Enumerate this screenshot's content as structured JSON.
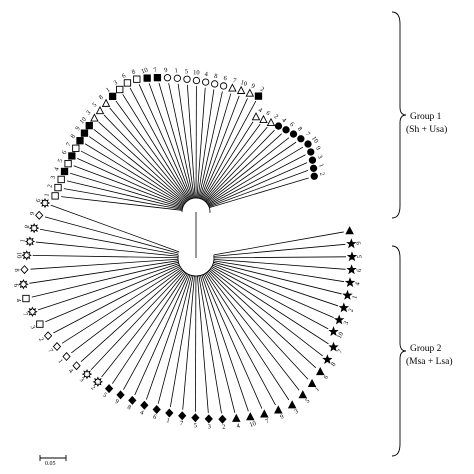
{
  "groups": [
    {
      "id": "g1",
      "label": "Group 1",
      "sublabel": "(Sh + Usa)"
    },
    {
      "id": "g2",
      "label": "Group 2",
      "sublabel": "(Msa + Lsa)"
    }
  ],
  "scale_bar": {
    "label": "0.05"
  },
  "tree": {
    "group1_leaves": [
      {
        "label": "1",
        "marker": "square-open"
      },
      {
        "label": "2",
        "marker": "square-open"
      },
      {
        "label": "3",
        "marker": "square-open"
      },
      {
        "label": "4",
        "marker": "square-filled"
      },
      {
        "label": "5",
        "marker": "square-open"
      },
      {
        "label": "6",
        "marker": "square-filled"
      },
      {
        "label": "7",
        "marker": "square-open"
      },
      {
        "label": "8",
        "marker": "square-filled"
      },
      {
        "label": "9",
        "marker": "square-filled"
      },
      {
        "label": "10",
        "marker": "square-filled"
      },
      {
        "label": "3",
        "marker": "triangle-open"
      },
      {
        "label": "5",
        "marker": "triangle-open"
      },
      {
        "label": "8",
        "marker": "triangle-open"
      },
      {
        "label": "1",
        "marker": "square-filled"
      },
      {
        "label": "3",
        "marker": "square-open"
      },
      {
        "label": "6",
        "marker": "square-open"
      },
      {
        "label": "8",
        "marker": "square-open"
      },
      {
        "label": "10",
        "marker": "square-filled"
      },
      {
        "label": "7",
        "marker": "square-filled"
      },
      {
        "label": "9",
        "marker": "circle-open"
      },
      {
        "label": "1",
        "marker": "circle-open"
      },
      {
        "label": "5",
        "marker": "circle-open"
      },
      {
        "label": "10",
        "marker": "circle-open"
      },
      {
        "label": "4",
        "marker": "circle-open"
      },
      {
        "label": "8",
        "marker": "circle-open"
      },
      {
        "label": "6",
        "marker": "circle-open"
      },
      {
        "label": "7",
        "marker": "triangle-open"
      },
      {
        "label": "10",
        "marker": "triangle-open"
      },
      {
        "label": "9",
        "marker": "triangle-open"
      },
      {
        "label": "2",
        "marker": "square-filled"
      },
      {
        "label": "4",
        "marker": "triangle-open"
      },
      {
        "label": "6",
        "marker": "triangle-open"
      },
      {
        "label": "2",
        "marker": "triangle-open"
      },
      {
        "label": "4",
        "marker": "circle-filled"
      },
      {
        "label": "6",
        "marker": "circle-filled"
      },
      {
        "label": "8",
        "marker": "circle-filled"
      },
      {
        "label": "7",
        "marker": "circle-filled"
      },
      {
        "label": "10",
        "marker": "circle-filled"
      },
      {
        "label": "9",
        "marker": "circle-filled"
      },
      {
        "label": "3",
        "marker": "circle-filled"
      },
      {
        "label": "1",
        "marker": "circle-filled"
      },
      {
        "label": "2",
        "marker": "circle-filled"
      }
    ],
    "group2_leaves": [
      {
        "label": "",
        "marker": "triangle-filled"
      },
      {
        "label": "9",
        "marker": "star-filled"
      },
      {
        "label": "5",
        "marker": "star-filled"
      },
      {
        "label": "6",
        "marker": "star-filled"
      },
      {
        "label": "4",
        "marker": "star-filled"
      },
      {
        "label": "1",
        "marker": "star-filled"
      },
      {
        "label": "2",
        "marker": "star-filled"
      },
      {
        "label": "3",
        "marker": "star-filled"
      },
      {
        "label": "10",
        "marker": "star-filled"
      },
      {
        "label": "7",
        "marker": "star-filled"
      },
      {
        "label": "8",
        "marker": "star-filled"
      },
      {
        "label": "6",
        "marker": "triangle-filled"
      },
      {
        "label": "1",
        "marker": "triangle-filled"
      },
      {
        "label": "5",
        "marker": "triangle-filled"
      },
      {
        "label": "3",
        "marker": "triangle-filled"
      },
      {
        "label": "9",
        "marker": "triangle-filled"
      },
      {
        "label": "7",
        "marker": "triangle-filled"
      },
      {
        "label": "10",
        "marker": "triangle-filled"
      },
      {
        "label": "4",
        "marker": "triangle-filled"
      },
      {
        "label": "2",
        "marker": "diamond-filled"
      },
      {
        "label": "3",
        "marker": "diamond-filled"
      },
      {
        "label": "5",
        "marker": "diamond-filled"
      },
      {
        "label": "7",
        "marker": "diamond-filled"
      },
      {
        "label": "1",
        "marker": "diamond-filled"
      },
      {
        "label": "6",
        "marker": "diamond-filled"
      },
      {
        "label": "4",
        "marker": "diamond-filled"
      },
      {
        "label": "8",
        "marker": "diamond-filled"
      },
      {
        "label": "9",
        "marker": "diamond-filled"
      },
      {
        "label": "5",
        "marker": "diamond-filled"
      },
      {
        "label": "2",
        "marker": "star-open"
      },
      {
        "label": "3",
        "marker": "star-open"
      },
      {
        "label": "4",
        "marker": "diamond-open"
      },
      {
        "label": "1",
        "marker": "diamond-open"
      },
      {
        "label": "7",
        "marker": "diamond-open"
      },
      {
        "label": "2",
        "marker": "diamond-open"
      },
      {
        "label": "3",
        "marker": "square-open"
      },
      {
        "label": "7",
        "marker": "star-open"
      },
      {
        "label": "4",
        "marker": "square-open"
      },
      {
        "label": "6",
        "marker": "star-open"
      },
      {
        "label": "8",
        "marker": "diamond-open"
      },
      {
        "label": "10",
        "marker": "star-open"
      },
      {
        "label": "1",
        "marker": "star-open"
      },
      {
        "label": "8",
        "marker": "star-open"
      },
      {
        "label": "6",
        "marker": "diamond-open"
      },
      {
        "label": "9",
        "marker": "star-open"
      }
    ]
  }
}
